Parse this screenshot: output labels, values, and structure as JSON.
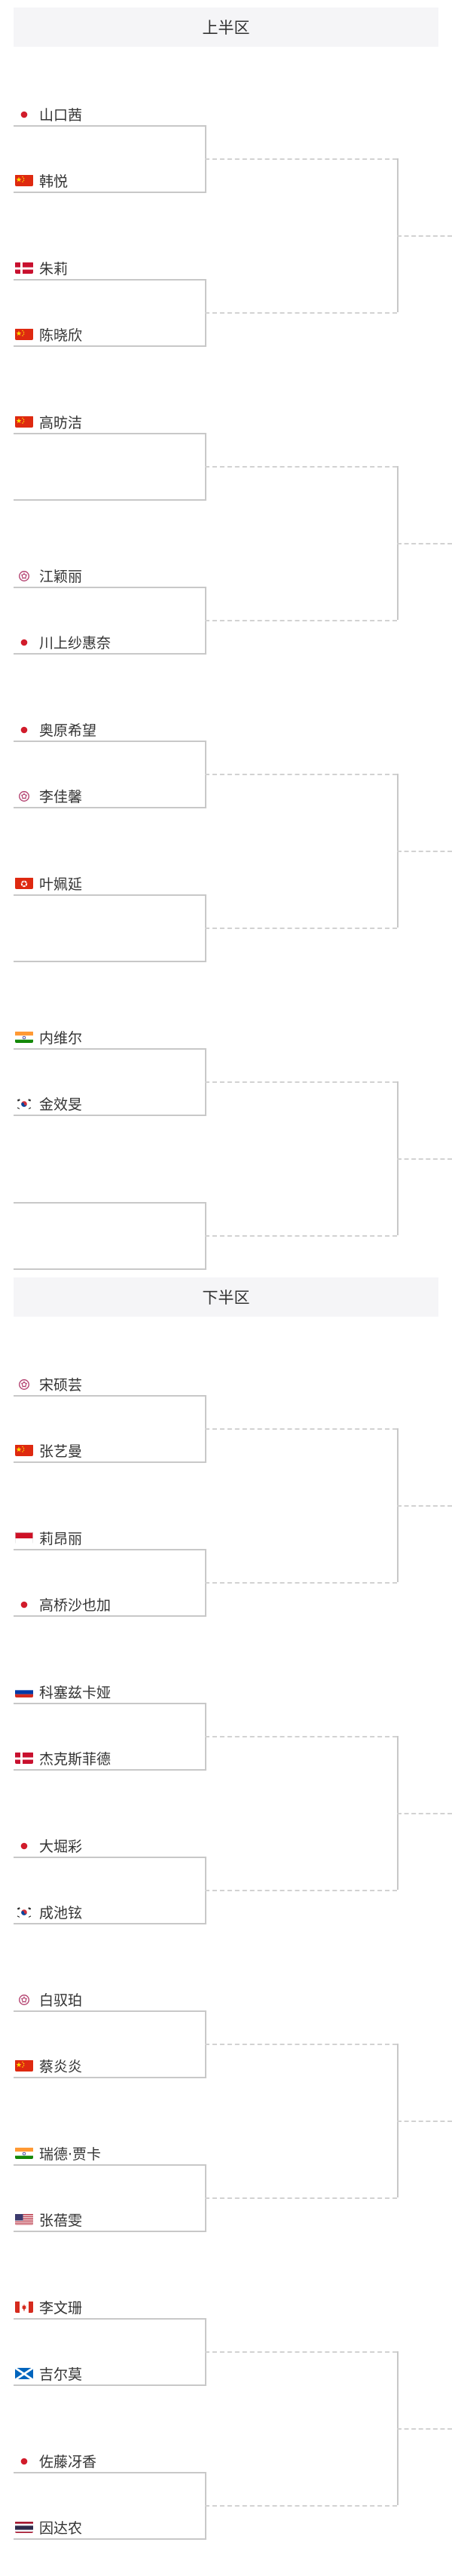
{
  "bracket": {
    "halves": [
      {
        "title": "上半区",
        "matches": [
          {
            "top": {
              "name": "山口茜",
              "flag": "jp"
            },
            "bottom": {
              "name": "韩悦",
              "flag": "cn"
            }
          },
          {
            "top": {
              "name": "朱莉",
              "flag": "dk"
            },
            "bottom": {
              "name": "陈晓欣",
              "flag": "cn"
            }
          },
          {
            "top": {
              "name": "高昉洁",
              "flag": "cn"
            },
            "bottom": null
          },
          {
            "top": {
              "name": "江颖丽",
              "flag": "tw"
            },
            "bottom": {
              "name": "川上纱惠奈",
              "flag": "jp"
            }
          },
          {
            "top": {
              "name": "奥原希望",
              "flag": "jp"
            },
            "bottom": {
              "name": "李佳馨",
              "flag": "tw"
            }
          },
          {
            "top": {
              "name": "叶姵延",
              "flag": "hk"
            },
            "bottom": null
          },
          {
            "top": {
              "name": "内维尔",
              "flag": "in"
            },
            "bottom": {
              "name": "金效旻",
              "flag": "kr"
            }
          },
          {
            "top": null,
            "bottom": null
          }
        ]
      },
      {
        "title": "下半区",
        "matches": [
          {
            "top": {
              "name": "宋硕芸",
              "flag": "tw"
            },
            "bottom": {
              "name": "张艺曼",
              "flag": "cn"
            }
          },
          {
            "top": {
              "name": "莉昂丽",
              "flag": "id"
            },
            "bottom": {
              "name": "高桥沙也加",
              "flag": "jp"
            }
          },
          {
            "top": {
              "name": "科塞兹卡娅",
              "flag": "ru"
            },
            "bottom": {
              "name": "杰克斯菲德",
              "flag": "dk"
            }
          },
          {
            "top": {
              "name": "大堀彩",
              "flag": "jp"
            },
            "bottom": {
              "name": "成池铉",
              "flag": "kr"
            }
          },
          {
            "top": {
              "name": "白驭珀",
              "flag": "tw"
            },
            "bottom": {
              "name": "蔡炎炎",
              "flag": "cn"
            }
          },
          {
            "top": {
              "name": "瑞德·贾卡",
              "flag": "in"
            },
            "bottom": {
              "name": "张蓓雯",
              "flag": "us"
            }
          },
          {
            "top": {
              "name": "李文珊",
              "flag": "ca"
            },
            "bottom": {
              "name": "吉尔莫",
              "flag": "sct"
            }
          },
          {
            "top": {
              "name": "佐藤冴香",
              "flag": "jp"
            },
            "bottom": {
              "name": "因达农",
              "flag": "th"
            }
          }
        ]
      }
    ]
  },
  "colors": {
    "header_bg": "#f5f5f7",
    "solid_line": "#c8c8c8",
    "dashed_line": "#d2d2d2",
    "text": "#333333"
  }
}
